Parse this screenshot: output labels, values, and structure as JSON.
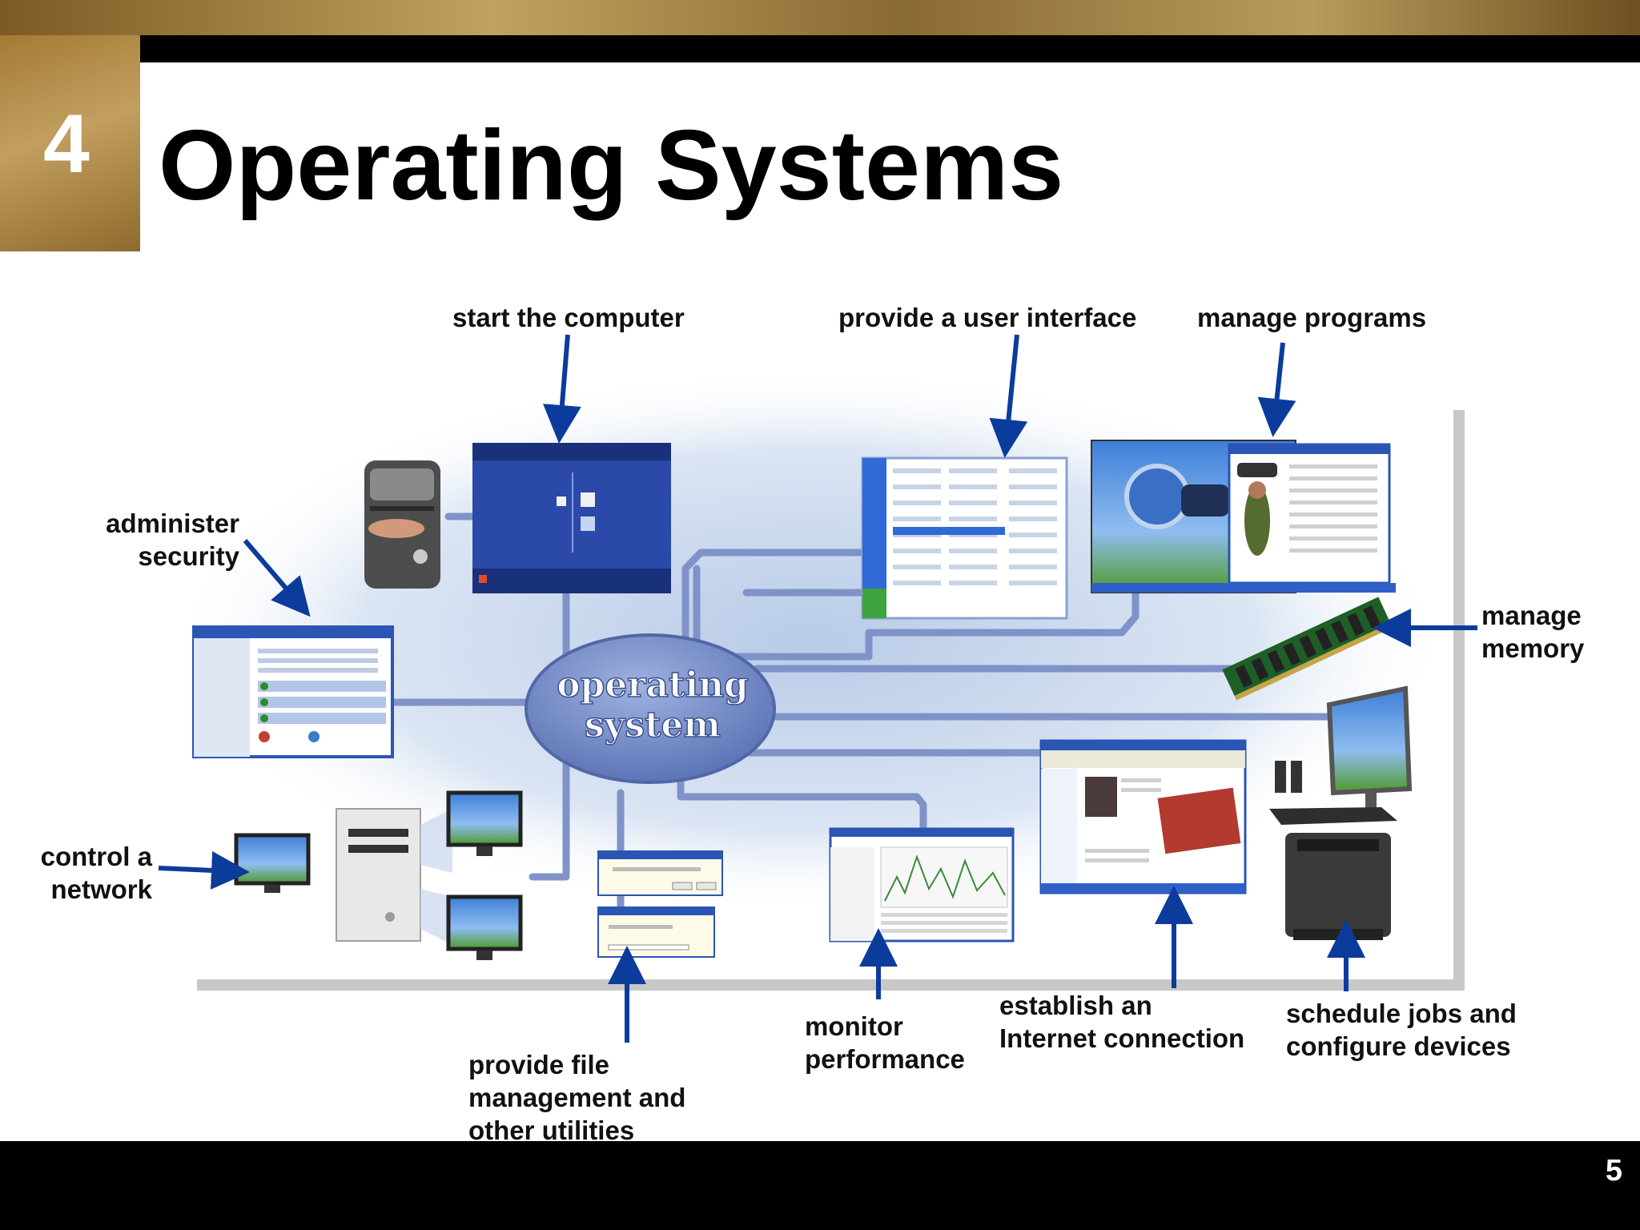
{
  "header": {
    "chapter_number": "4",
    "title": "Operating Systems"
  },
  "diagram": {
    "center_label": {
      "line1": "operating",
      "line2": "system"
    },
    "labels": {
      "start_computer": "start the computer",
      "user_interface": "provide a user interface",
      "manage_programs": "manage programs",
      "administer_security": "administer\nsecurity",
      "manage_memory": "manage\nmemory",
      "control_network": "control a\nnetwork",
      "file_management": "provide file\nmanagement and\nother utilities",
      "monitor_performance": "monitor\nperformance",
      "internet_connection": "establish an\nInternet connection",
      "schedule_jobs": "schedule jobs and\nconfigure devices"
    },
    "colors": {
      "arrow": "#0b3c9c",
      "pipe": "#7f93c9",
      "glow": "#c9d8ee",
      "ellipse": "#6f86c4"
    }
  },
  "footer": {
    "page_number": "5"
  }
}
